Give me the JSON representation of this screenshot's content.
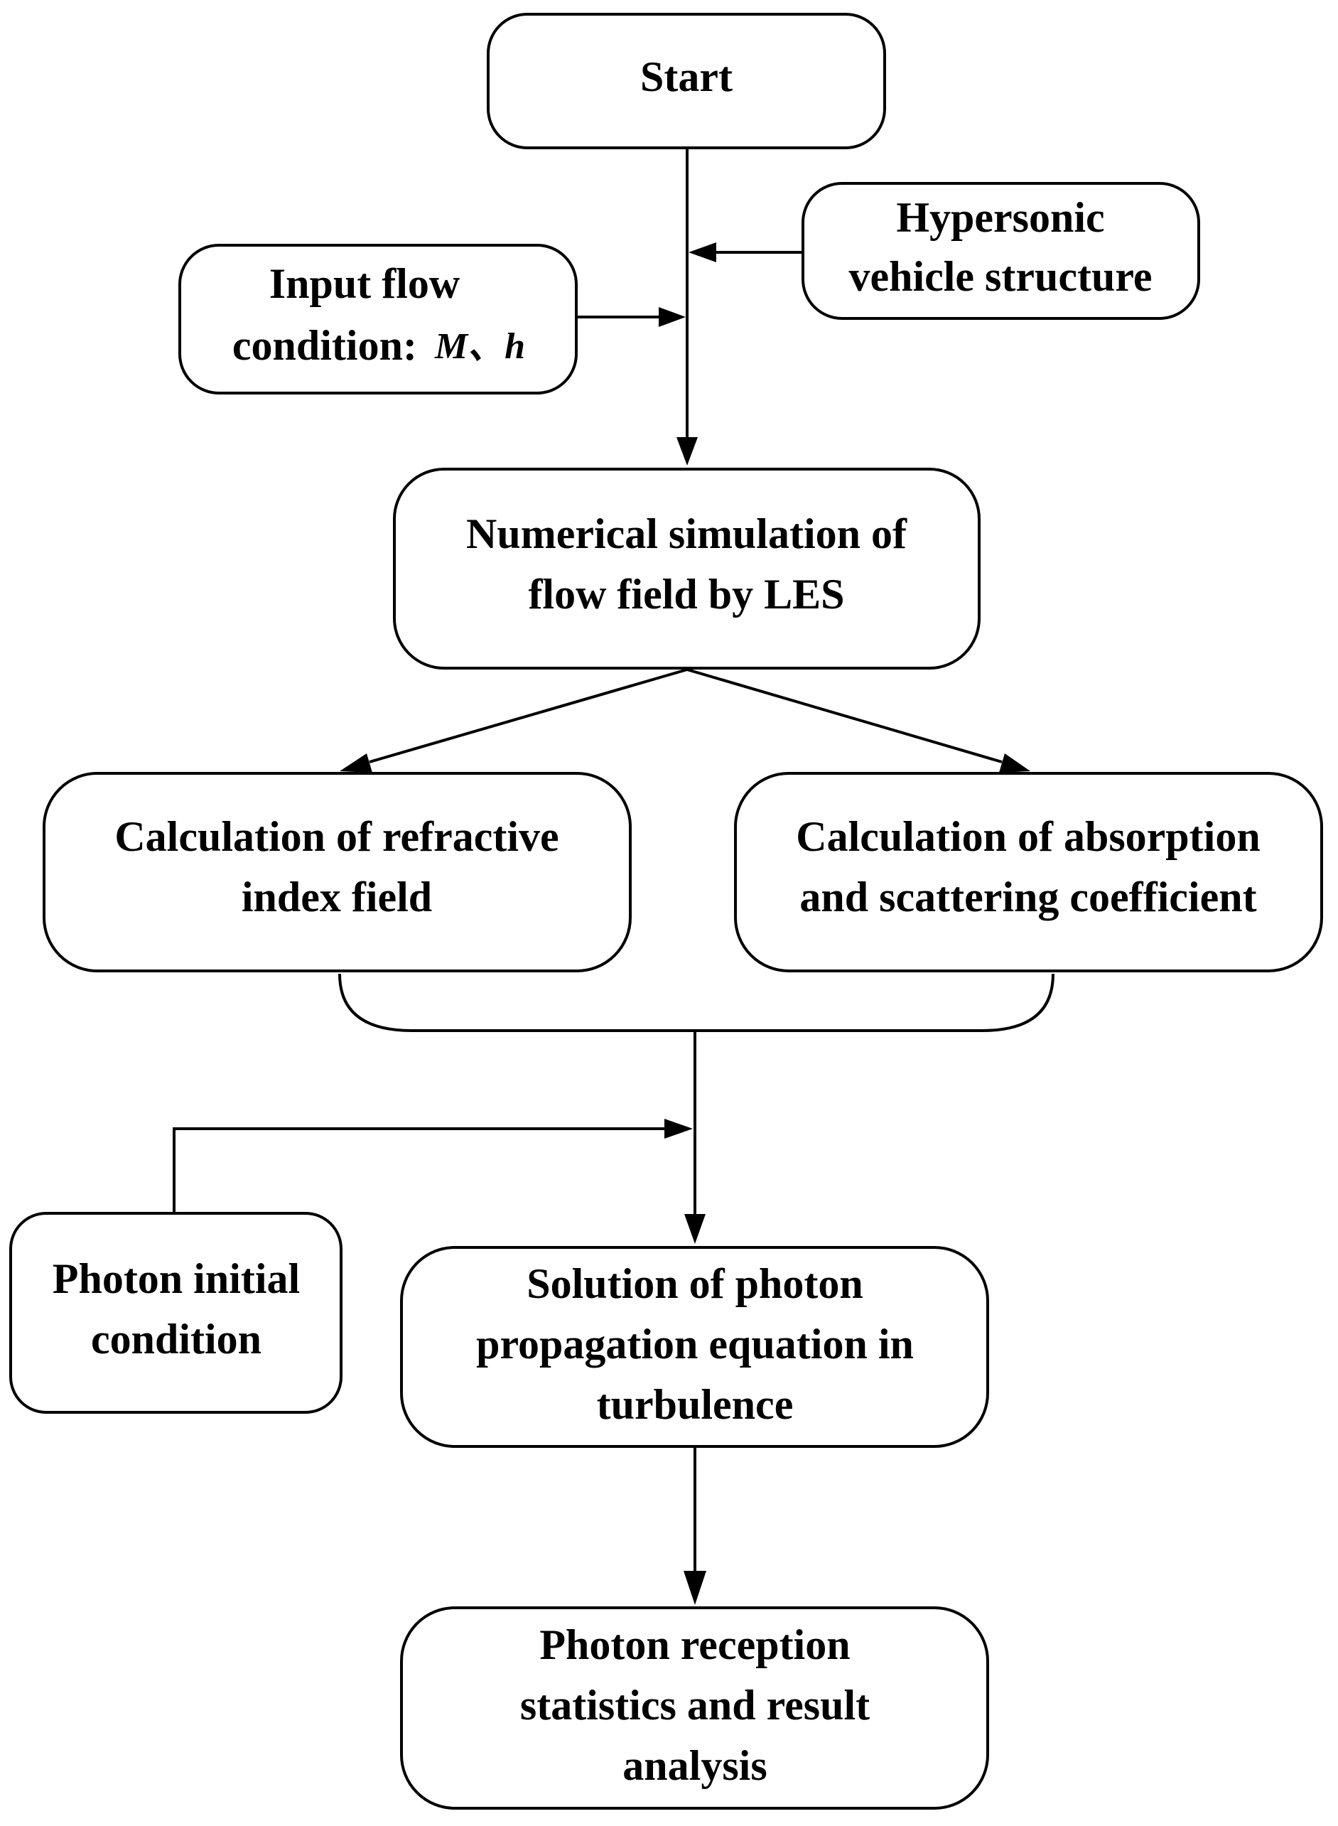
{
  "nodes": {
    "start": {
      "lines": [
        "Start"
      ]
    },
    "hypersonic": {
      "lines": [
        "Hypersonic",
        "vehicle structure"
      ]
    },
    "input_flow": {
      "line1": "Input flow",
      "line2_prefix": "condition: ",
      "line2_vars": "M、h"
    },
    "les": {
      "lines": [
        "Numerical simulation of",
        "flow field by LES"
      ]
    },
    "refractive": {
      "lines": [
        "Calculation of refractive",
        "index field"
      ]
    },
    "absorption": {
      "lines": [
        "Calculation of absorption",
        "and scattering coefficient"
      ]
    },
    "photon_initial": {
      "lines": [
        "Photon initial",
        "condition"
      ]
    },
    "solution": {
      "lines": [
        "Solution of photon",
        "propagation equation in",
        "turbulence"
      ]
    },
    "reception": {
      "lines": [
        "Photon reception",
        "statistics and result",
        "analysis"
      ]
    }
  }
}
